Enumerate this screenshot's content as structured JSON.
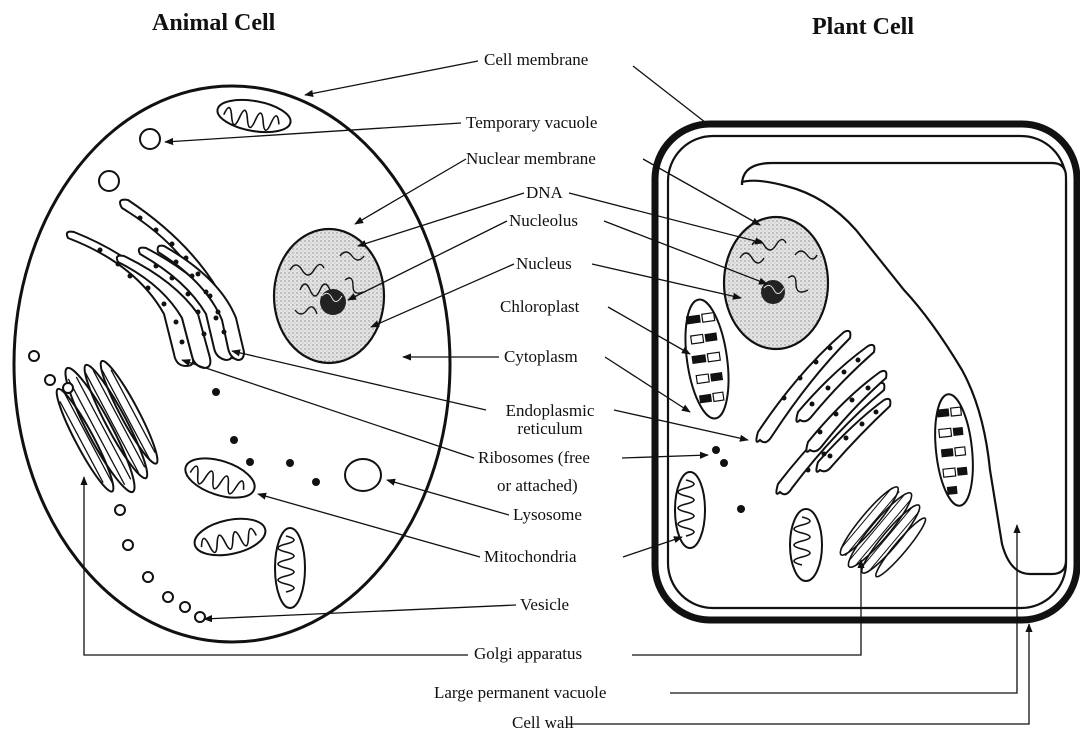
{
  "titles": {
    "animal": "Animal Cell",
    "plant": "Plant Cell"
  },
  "labels": {
    "cell_membrane": "Cell membrane",
    "temporary_vacuole": "Temporary vacuole",
    "nuclear_membrane": "Nuclear membrane",
    "dna": "DNA",
    "nucleolus": "Nucleolus",
    "nucleus": "Nucleus",
    "chloroplast": "Chloroplast",
    "cytoplasm": "Cytoplasm",
    "er_line1": "Endoplasmic",
    "er_line2": "reticulum",
    "ribosomes_line1": "Ribosomes (free",
    "ribosomes_line2": "or attached)",
    "lysosome": "Lysosome",
    "mitochondria": "Mitochondria",
    "vesicle": "Vesicle",
    "golgi": "Golgi apparatus",
    "large_vacuole": "Large permanent vacuole",
    "cell_wall": "Cell wall"
  }
}
